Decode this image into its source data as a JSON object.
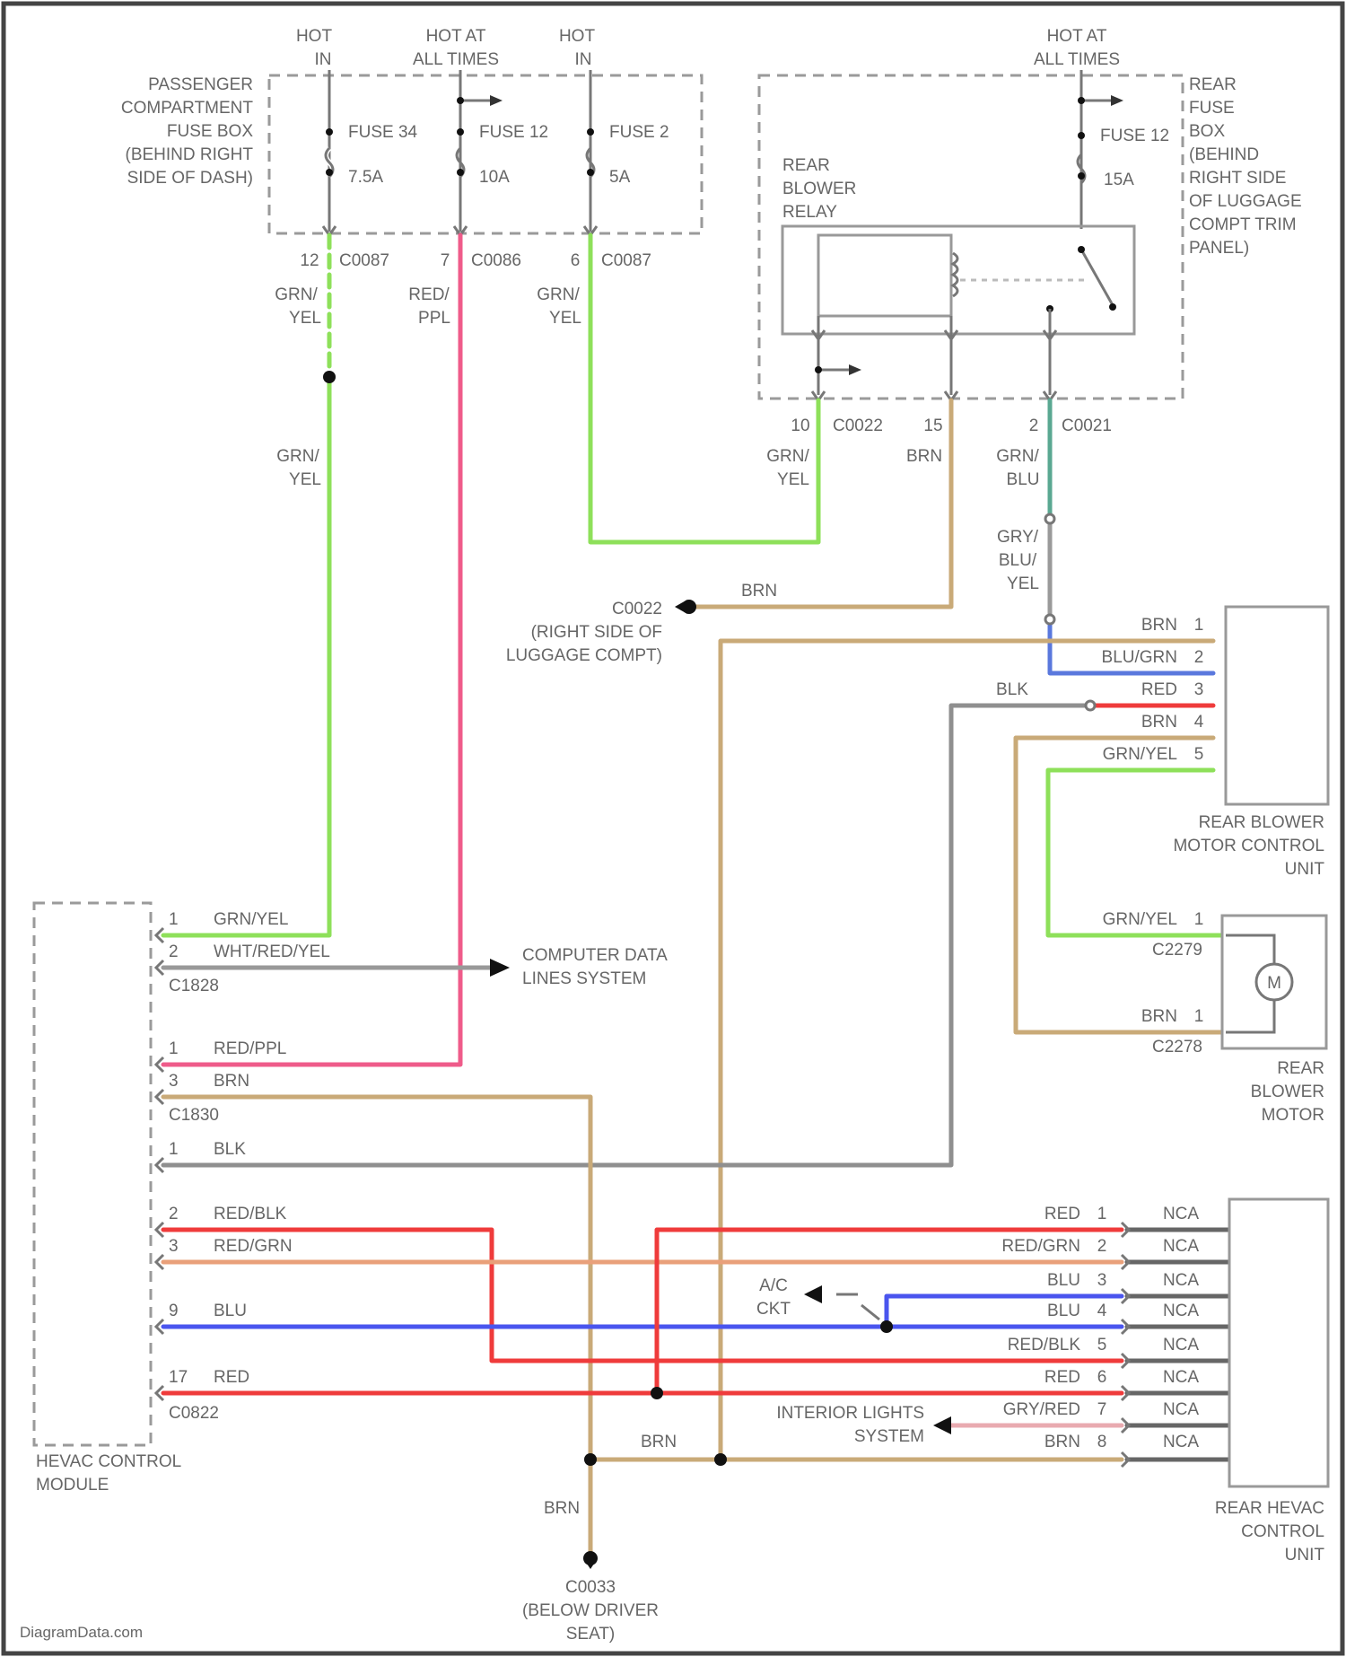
{
  "colors": {
    "grn_yel": "#8ee05a",
    "red_ppl": "#ef5b8a",
    "brn": "#c9aa78",
    "blk": "#8f8f8f",
    "blu": "#4a55ee",
    "red": "#ef3b3b",
    "red_grn": "#e9a07a",
    "gry_red": "#e9aab0",
    "grn_blu": "#5aa892",
    "blu_grn": "#5a78dd"
  },
  "power": {
    "hot_in_1": [
      "HOT",
      "IN"
    ],
    "hot_all_1": [
      "HOT AT",
      "ALL TIMES"
    ],
    "hot_in_2": [
      "HOT",
      "IN"
    ],
    "hot_all_2": [
      "HOT AT",
      "ALL TIMES"
    ]
  },
  "passenger_fuse_box": {
    "label": [
      "PASSENGER",
      "COMPARTMENT",
      "FUSE BOX",
      "(BEHIND RIGHT",
      "SIDE OF DASH)"
    ],
    "fuses": [
      {
        "name": "FUSE 34",
        "rating": "7.5A"
      },
      {
        "name": "FUSE 12",
        "rating": "10A"
      },
      {
        "name": "FUSE 2",
        "rating": "5A"
      }
    ],
    "connectors": [
      {
        "pin": "12",
        "name": "C0087"
      },
      {
        "pin": "7",
        "name": "C0086"
      },
      {
        "pin": "6",
        "name": "C0087"
      }
    ]
  },
  "rear_fuse_box": {
    "label": [
      "REAR",
      "FUSE",
      "BOX",
      "(BEHIND",
      "RIGHT SIDE",
      "OF LUGGAGE",
      "COMPT TRIM",
      "PANEL)"
    ],
    "fuse": {
      "name": "FUSE 12",
      "rating": "15A"
    },
    "relay_label": [
      "REAR",
      "BLOWER",
      "RELAY"
    ],
    "connectors": [
      {
        "pin": "10",
        "name": "C0022"
      },
      {
        "pin": "15",
        "name": ""
      },
      {
        "pin": "2",
        "name": "C0021"
      }
    ]
  },
  "wire_labels": {
    "grn_yel": [
      "GRN/",
      "YEL"
    ],
    "red_ppl": [
      "RED/",
      "PPL"
    ],
    "brn": "BRN",
    "grn_blu": [
      "GRN/",
      "BLU"
    ],
    "gry_blu_yel": [
      "GRY/",
      "BLU/",
      "YEL"
    ],
    "blk": "BLK"
  },
  "ground_c0022": {
    "label": [
      "C0022",
      "(RIGHT SIDE OF",
      "LUGGAGE COMPT)"
    ]
  },
  "ground_c0033": {
    "label": [
      "C0033",
      "(BELOW DRIVER",
      "SEAT)"
    ]
  },
  "blower_control_unit": {
    "label": [
      "REAR BLOWER",
      "MOTOR CONTROL",
      "UNIT"
    ],
    "pins": [
      {
        "wire": "BRN",
        "pin": "1"
      },
      {
        "wire": "BLU/GRN",
        "pin": "2"
      },
      {
        "wire": "RED",
        "pin": "3"
      },
      {
        "wire": "BRN",
        "pin": "4"
      },
      {
        "wire": "GRN/YEL",
        "pin": "5"
      }
    ]
  },
  "blower_motor": {
    "label": [
      "REAR",
      "BLOWER",
      "MOTOR"
    ],
    "symbol": "M",
    "pins": [
      {
        "wire": "GRN/YEL",
        "pin": "1",
        "connector": "C2279"
      },
      {
        "wire": "BRN",
        "pin": "1",
        "connector": "C2278"
      }
    ]
  },
  "hevac_module": {
    "label": [
      "HEVAC CONTROL",
      "MODULE"
    ],
    "pins": [
      {
        "pin": "1",
        "wire": "GRN/YEL"
      },
      {
        "pin": "2",
        "wire": "WHT/RED/YEL"
      },
      {
        "pin": "C1828",
        "wire": ""
      },
      {
        "pin": "1",
        "wire": "RED/PPL"
      },
      {
        "pin": "3",
        "wire": "BRN"
      },
      {
        "pin": "C1830",
        "wire": ""
      },
      {
        "pin": "1",
        "wire": "BLK"
      },
      {
        "pin": "2",
        "wire": "RED/BLK"
      },
      {
        "pin": "3",
        "wire": "RED/GRN"
      },
      {
        "pin": "9",
        "wire": "BLU"
      },
      {
        "pin": "17",
        "wire": "RED"
      },
      {
        "pin": "C0822",
        "wire": ""
      }
    ]
  },
  "data_lines": {
    "label": [
      "COMPUTER DATA",
      "LINES SYSTEM"
    ]
  },
  "ac_ckt": {
    "label": [
      "A/C",
      "CKT"
    ]
  },
  "interior_lights": {
    "label": [
      "INTERIOR LIGHTS",
      "SYSTEM"
    ]
  },
  "rear_hevac_unit": {
    "label": [
      "REAR HEVAC",
      "CONTROL",
      "UNIT"
    ],
    "pins": [
      {
        "wire": "RED",
        "pin": "1",
        "nca": "NCA"
      },
      {
        "wire": "RED/GRN",
        "pin": "2",
        "nca": "NCA"
      },
      {
        "wire": "BLU",
        "pin": "3",
        "nca": "NCA"
      },
      {
        "wire": "BLU",
        "pin": "4",
        "nca": "NCA"
      },
      {
        "wire": "RED/BLK",
        "pin": "5",
        "nca": "NCA"
      },
      {
        "wire": "RED",
        "pin": "6",
        "nca": "NCA"
      },
      {
        "wire": "GRY/RED",
        "pin": "7",
        "nca": "NCA"
      },
      {
        "wire": "BRN",
        "pin": "8",
        "nca": "NCA"
      }
    ]
  },
  "bottom_brn": "BRN",
  "brn_splice": "BRN",
  "watermark": "DiagramData.com"
}
